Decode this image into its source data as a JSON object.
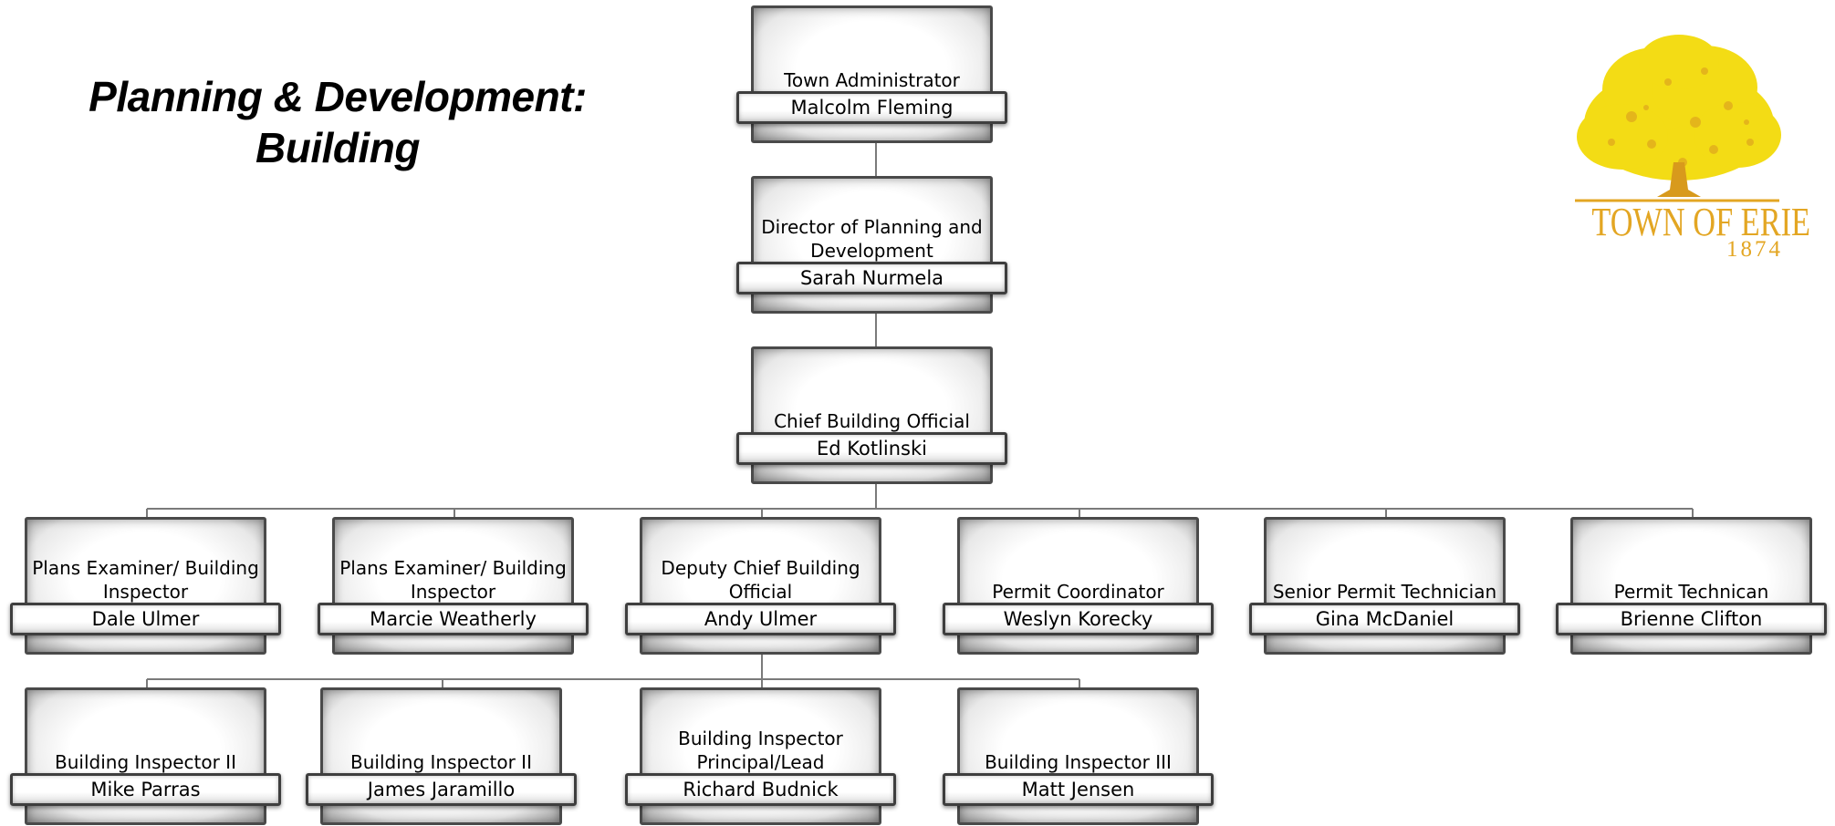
{
  "title": {
    "line1": "Planning & Development:",
    "line2": "Building"
  },
  "logo": {
    "name": "TOWN OF ERIE",
    "year": "1874",
    "color": "#e3a623",
    "tree_color": "#f3dc15"
  },
  "nodes": [
    {
      "id": "town-administrator",
      "role": "Town Administrator",
      "name": "Malcolm Fleming"
    },
    {
      "id": "director",
      "role": "Director of Planning and Development",
      "name": "Sarah Nurmela"
    },
    {
      "id": "chief-building-official",
      "role": "Chief Building Official",
      "name": "Ed Kotlinski"
    },
    {
      "id": "plans-examiner-1",
      "role": "Plans Examiner/ Building Inspector",
      "name": "Dale Ulmer"
    },
    {
      "id": "plans-examiner-2",
      "role": "Plans Examiner/ Building Inspector",
      "name": "Marcie Weatherly"
    },
    {
      "id": "deputy-chief",
      "role": "Deputy Chief Building Official",
      "name": "Andy Ulmer"
    },
    {
      "id": "permit-coordinator",
      "role": "Permit Coordinator",
      "name": "Weslyn Korecky"
    },
    {
      "id": "senior-permit-technician",
      "role": "Senior Permit Technician",
      "name": "Gina McDaniel"
    },
    {
      "id": "permit-technician",
      "role": "Permit Technican",
      "name": "Brienne Clifton"
    },
    {
      "id": "building-inspector-ii-1",
      "role": "Building Inspector II",
      "name": "Mike Parras"
    },
    {
      "id": "building-inspector-ii-2",
      "role": "Building Inspector II",
      "name": "James Jaramillo"
    },
    {
      "id": "building-inspector-lead",
      "role": "Building Inspector Principal/Lead",
      "name": "Richard Budnick"
    },
    {
      "id": "building-inspector-iii",
      "role": "Building Inspector III",
      "name": "Matt Jensen"
    }
  ]
}
